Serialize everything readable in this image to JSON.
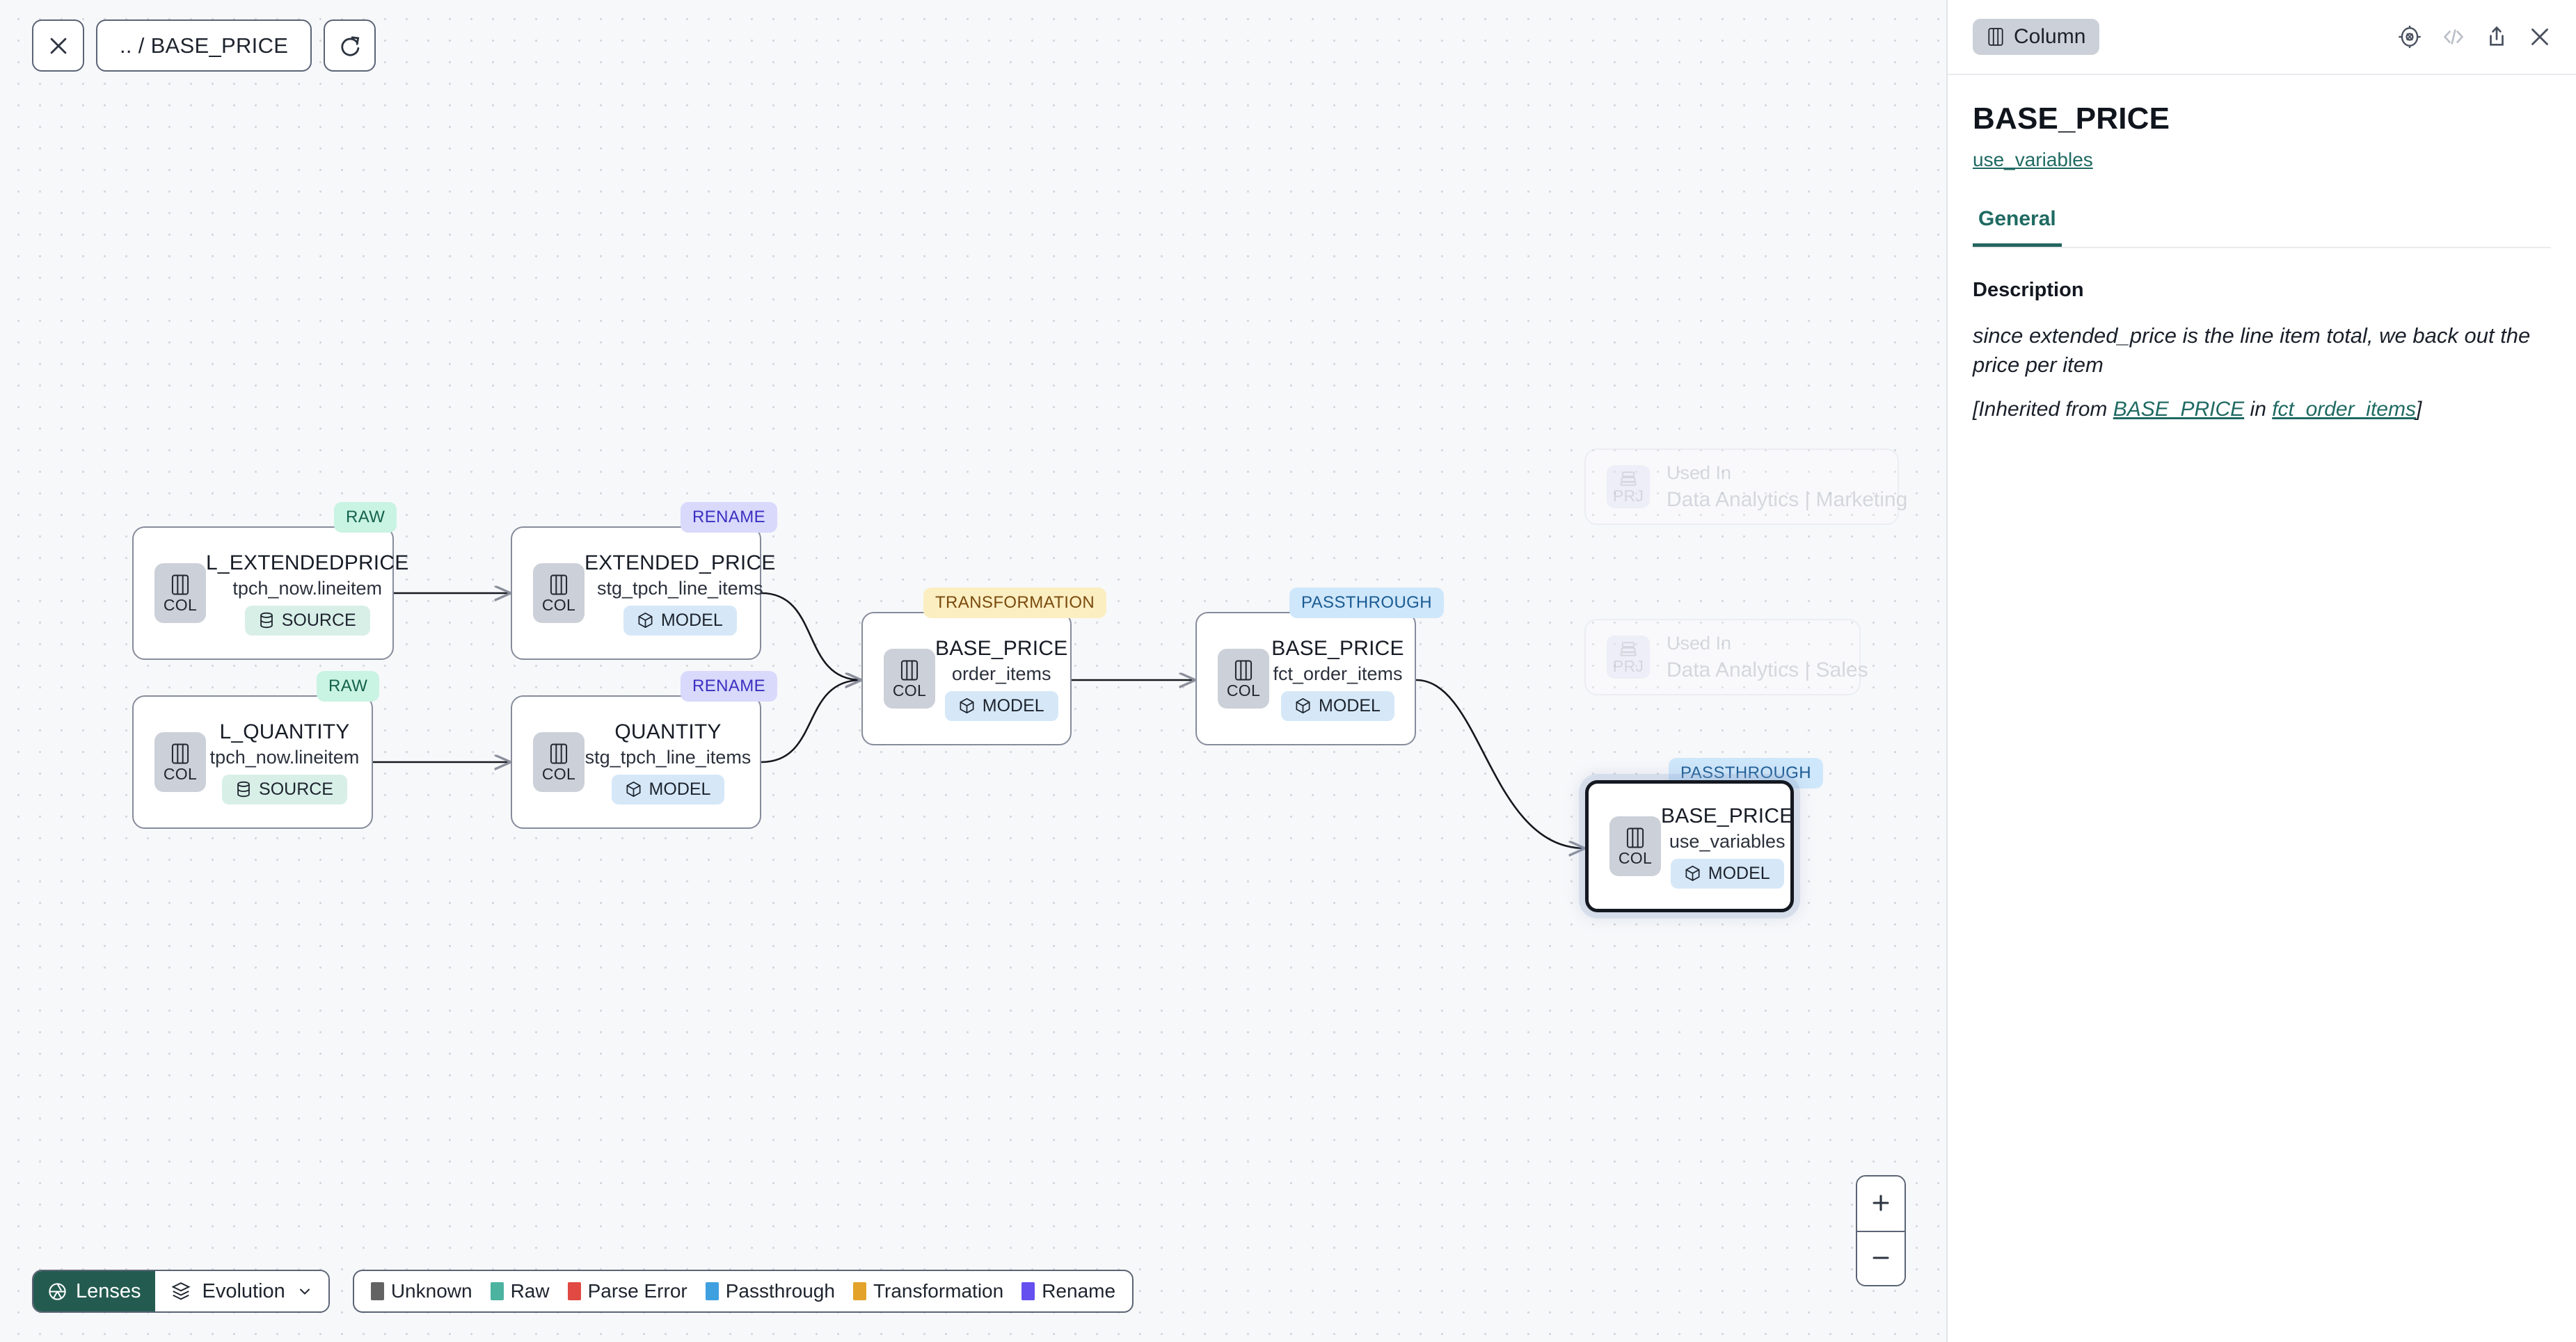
{
  "toolbar": {
    "close_label": "close-icon",
    "breadcrumb": ".. / BASE_PRICE",
    "refresh_label": "refresh-icon"
  },
  "graph": {
    "nodes": [
      {
        "id": "l_extendedprice",
        "badge": "RAW",
        "badge_kind": "raw",
        "kind": "COL",
        "title": "L_EXTENDEDPRICE",
        "sub": "tpch_now.lineitem",
        "mat": "SOURCE",
        "mat_kind": "source"
      },
      {
        "id": "l_quantity",
        "badge": "RAW",
        "badge_kind": "raw",
        "kind": "COL",
        "title": "L_QUANTITY",
        "sub": "tpch_now.lineitem",
        "mat": "SOURCE",
        "mat_kind": "source"
      },
      {
        "id": "extended_price",
        "badge": "RENAME",
        "badge_kind": "rename",
        "kind": "COL",
        "title": "EXTENDED_PRICE",
        "sub": "stg_tpch_line_items",
        "mat": "MODEL",
        "mat_kind": "model"
      },
      {
        "id": "quantity",
        "badge": "RENAME",
        "badge_kind": "rename",
        "kind": "COL",
        "title": "QUANTITY",
        "sub": "stg_tpch_line_items",
        "mat": "MODEL",
        "mat_kind": "model"
      },
      {
        "id": "order_items",
        "badge": "TRANSFORMATION",
        "badge_kind": "trans",
        "kind": "COL",
        "title": "BASE_PRICE",
        "sub": "order_items",
        "mat": "MODEL",
        "mat_kind": "model"
      },
      {
        "id": "fct_order_items",
        "badge": "PASSTHROUGH",
        "badge_kind": "pass",
        "kind": "COL",
        "title": "BASE_PRICE",
        "sub": "fct_order_items",
        "mat": "MODEL",
        "mat_kind": "model"
      },
      {
        "id": "use_variables",
        "badge": "PASSTHROUGH",
        "badge_kind": "pass",
        "kind": "COL",
        "title": "BASE_PRICE",
        "sub": "use_variables",
        "mat": "MODEL",
        "mat_kind": "model",
        "selected": true
      }
    ],
    "ghost_nodes": [
      {
        "id": "ghost_marketing",
        "kind": "PRJ",
        "top": "Used In",
        "bottom": "Data Analytics | Marketing"
      },
      {
        "id": "ghost_sales",
        "kind": "PRJ",
        "top": "Used In",
        "bottom": "Data Analytics | Sales"
      }
    ]
  },
  "zoom_controls": {
    "zoom_in": "+",
    "zoom_out": "–"
  },
  "bottom": {
    "lenses_label": "Lenses",
    "evolution_label": "Evolution",
    "legend": [
      {
        "label": "Unknown",
        "color": "#636363"
      },
      {
        "label": "Raw",
        "color": "#4cb3a0"
      },
      {
        "label": "Parse Error",
        "color": "#e04a42"
      },
      {
        "label": "Passthrough",
        "color": "#3fa0e0"
      },
      {
        "label": "Transformation",
        "color": "#e3a32a"
      },
      {
        "label": "Rename",
        "color": "#6550ef"
      }
    ]
  },
  "panel": {
    "type_chip": "Column",
    "icons": [
      "compass-icon",
      "code-icon",
      "share-icon",
      "close-icon"
    ],
    "title": "BASE_PRICE",
    "subtitle_link": "use_variables",
    "tabs": [
      {
        "label": "General",
        "active": true
      }
    ],
    "description_label": "Description",
    "description_text": "since extended_price is the line item total, we back out the price per item",
    "inherited_prefix": "[Inherited from ",
    "inherited_link1": "BASE_PRICE",
    "inherited_middle": " in ",
    "inherited_link2": "fct_order_items",
    "inherited_suffix": "]"
  },
  "colors": {
    "accent": "#245b50",
    "canvas_bg": "#f7f8fa",
    "node_border": "#868c9b",
    "selected_border": "#141820"
  }
}
